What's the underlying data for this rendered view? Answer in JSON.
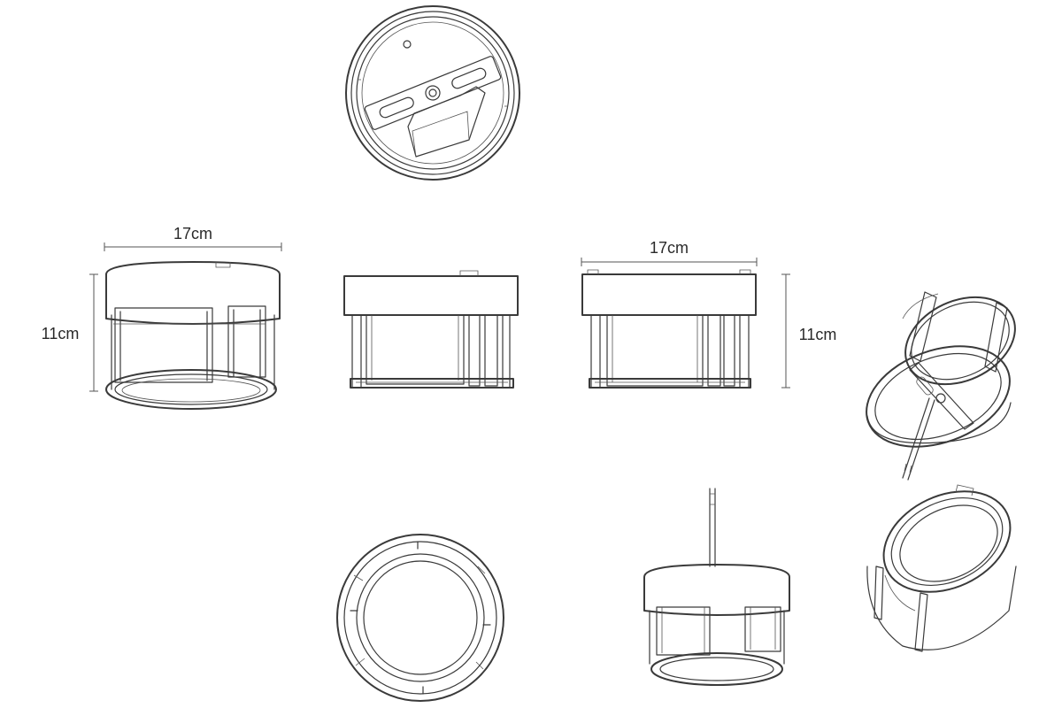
{
  "dimensions": {
    "width_front": "17cm",
    "height_front": "11cm",
    "width_side": "17cm",
    "height_side": "11cm"
  },
  "views": [
    {
      "name": "top-view"
    },
    {
      "name": "perspective-front-view"
    },
    {
      "name": "front-elevation-view"
    },
    {
      "name": "side-elevation-view"
    },
    {
      "name": "exploded-isometric-view"
    },
    {
      "name": "bottom-view"
    },
    {
      "name": "suspended-view-with-cable"
    },
    {
      "name": "isometric-shade-view"
    }
  ]
}
